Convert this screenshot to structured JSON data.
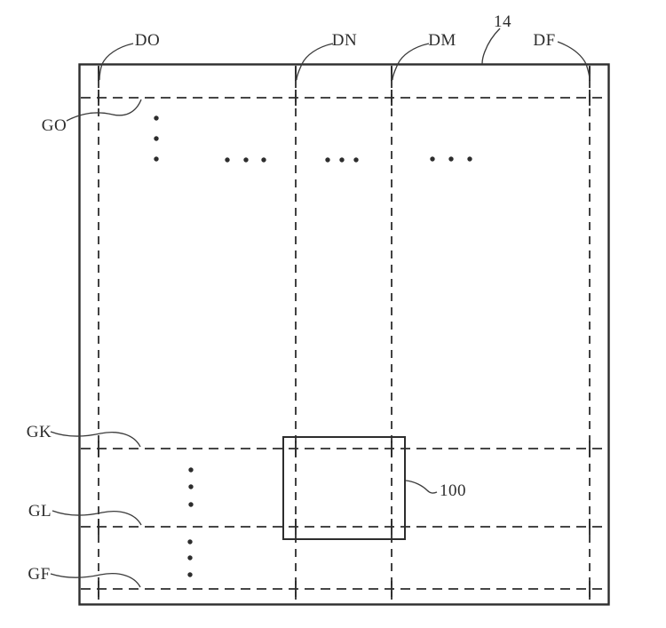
{
  "figure": {
    "panel_label": "14",
    "region_label": "100",
    "column_lines": {
      "do": "DO",
      "dn": "DN",
      "dm": "DM",
      "df": "DF"
    },
    "row_lines": {
      "go": "GO",
      "gk": "GK",
      "gl": "GL",
      "gf": "GF"
    }
  },
  "colors": {
    "ink": "#2d2d2d",
    "leader": "#3c3c3c",
    "background": "#ffffff"
  }
}
